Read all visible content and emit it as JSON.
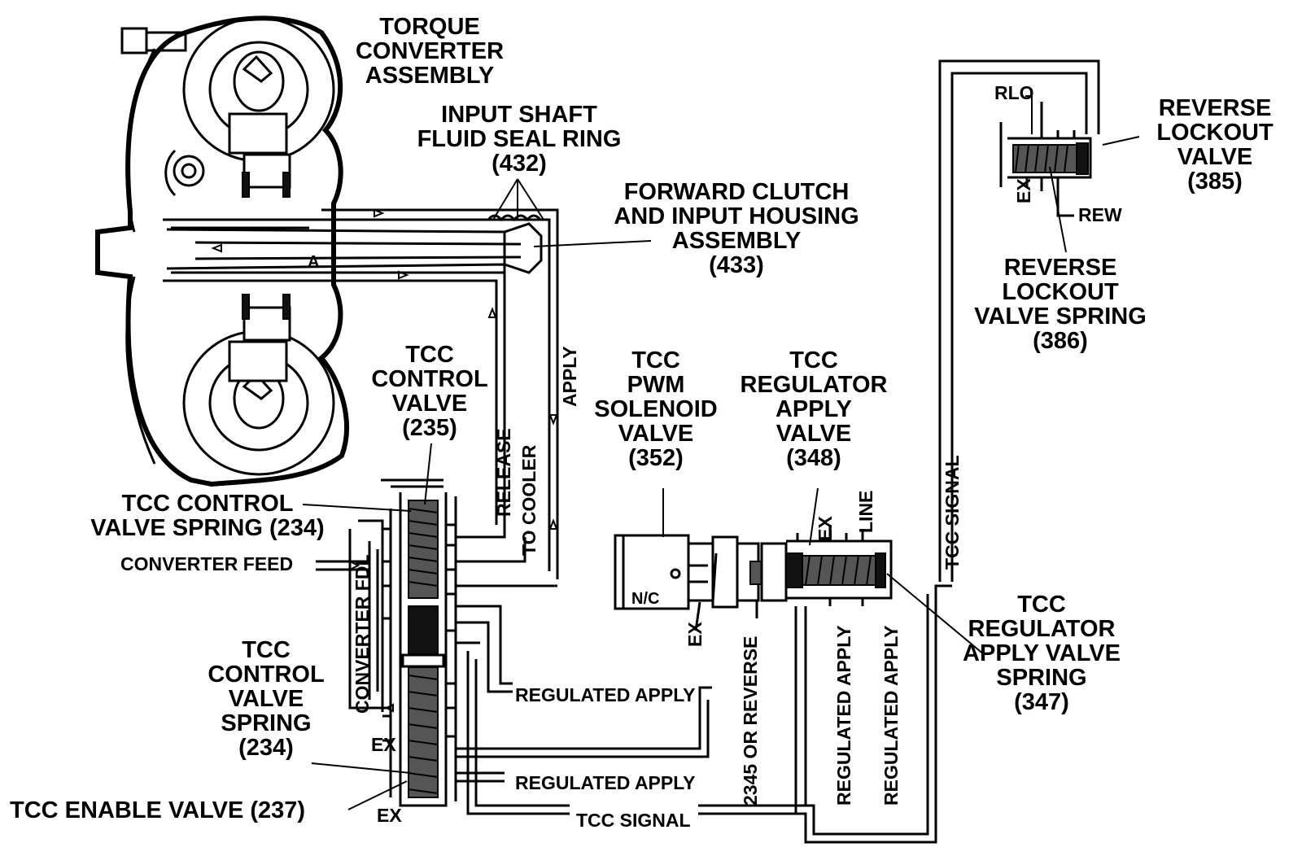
{
  "labels": {
    "torque_converter": [
      "TORQUE",
      "CONVERTER",
      "ASSEMBLY"
    ],
    "input_shaft_seal": [
      "INPUT SHAFT",
      "FLUID SEAL RING",
      "(432)"
    ],
    "forward_clutch": [
      "FORWARD CLUTCH",
      "AND INPUT HOUSING",
      "ASSEMBLY",
      "(433)"
    ],
    "reverse_lockout_valve": [
      "REVERSE",
      "LOCKOUT",
      "VALVE",
      "(385)"
    ],
    "reverse_lockout_spring": [
      "REVERSE",
      "LOCKOUT",
      "VALVE SPRING",
      "(386)"
    ],
    "tcc_control_valve": [
      "TCC",
      "CONTROL",
      "VALVE",
      "(235)"
    ],
    "tcc_control_valve_spring_upper": [
      "TCC CONTROL",
      "VALVE SPRING (234)"
    ],
    "tcc_pwm_solenoid": [
      "TCC",
      "PWM",
      "SOLENOID",
      "VALVE",
      "(352)"
    ],
    "tcc_regulator_apply_valve": [
      "TCC",
      "REGULATOR",
      "APPLY",
      "VALVE",
      "(348)"
    ],
    "tcc_control_valve_spring_lower": [
      "TCC",
      "CONTROL",
      "VALVE",
      "SPRING",
      "(234)"
    ],
    "tcc_regulator_apply_spring": [
      "TCC",
      "REGULATOR",
      "APPLY VALVE",
      "SPRING",
      "(347)"
    ],
    "tcc_enable_valve": "TCC ENABLE VALVE (237)"
  },
  "ports": {
    "rlo": "RLO",
    "rew": "REW",
    "ex": "EX",
    "converter_feed": "CONVERTER FEED",
    "converter_fdl": "CONVERTER FDL",
    "release": "RELEASE",
    "to_cooler": "TO COOLER",
    "apply": "APPLY",
    "tcc_signal": "TCC SIGNAL",
    "line": "LINE",
    "regulated_apply": "REGULATED APPLY",
    "reverse_2345": "2345 OR REVERSE",
    "nc": "N/C",
    "a": "A"
  }
}
